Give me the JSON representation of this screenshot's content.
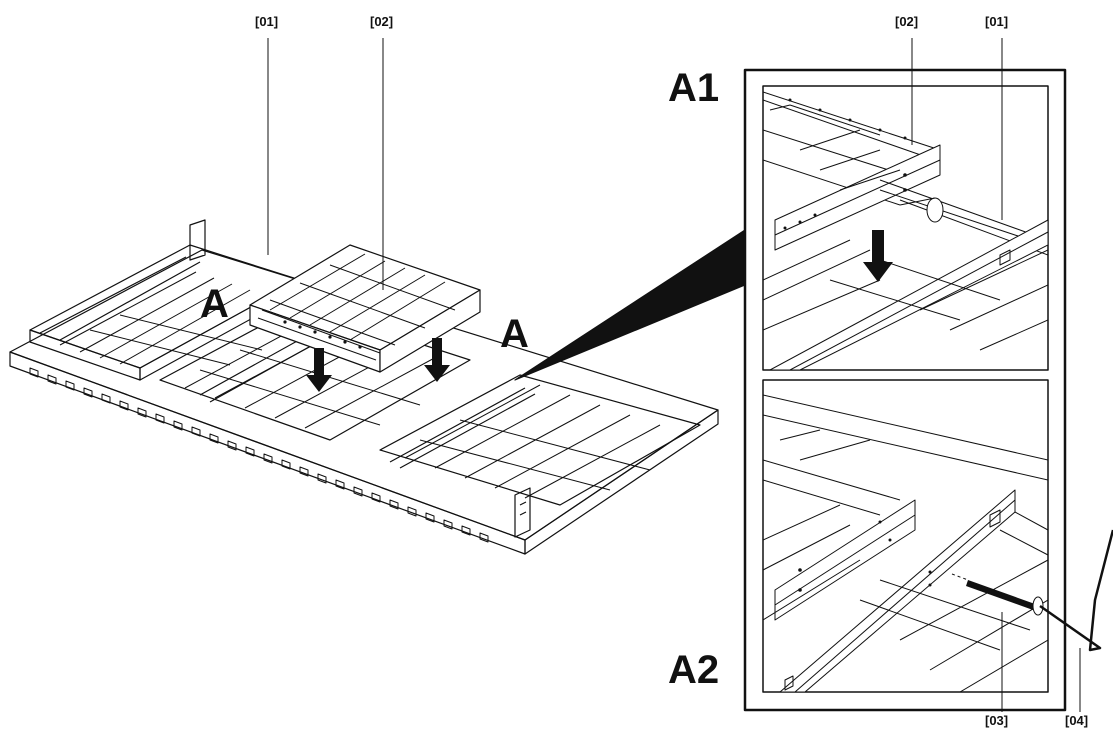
{
  "callouts": {
    "main_01": "[01]",
    "main_02": "[02]",
    "a1_02": "[02]",
    "a1_01": "[01]",
    "a2_03": "[03]",
    "a2_04": "[04]"
  },
  "detail_markers": {
    "left": "A",
    "right": "A"
  },
  "views": {
    "top": "A1",
    "bottom": "A2"
  },
  "colors": {
    "line": "#111111",
    "background": "#ffffff",
    "fill_dark": "#1a1a1a"
  }
}
